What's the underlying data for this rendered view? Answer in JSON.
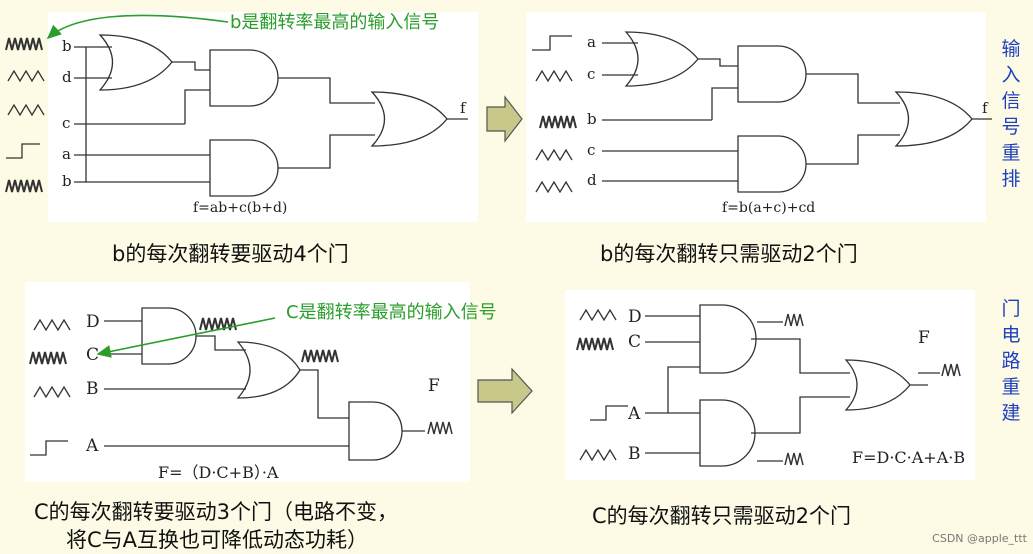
{
  "top_left": {
    "note": "b是翻转率最高的输入信号",
    "inputs": [
      "b",
      "d",
      "c",
      "a",
      "b"
    ],
    "output": "f",
    "formula": "f=ab+c(b+d)",
    "caption": "b的每次翻转要驱动4个门"
  },
  "top_right": {
    "inputs": [
      "a",
      "c",
      "b",
      "c",
      "d"
    ],
    "output": "f",
    "formula": "f=b(a+c)+cd",
    "caption": "b的每次翻转只需驱动2个门"
  },
  "side_top": "输入信号重排",
  "side_bottom": "门电路重建",
  "bottom_left": {
    "note": "C是翻转率最高的输入信号",
    "inputs": [
      "D",
      "C",
      "B",
      "A"
    ],
    "output": "F",
    "formula": "F=（D·C+B）·A",
    "caption_line1": "C的每次翻转要驱动3个门（电路不变，",
    "caption_line2": "将C与A互换也可降低动态功耗）"
  },
  "bottom_right": {
    "inputs": [
      "D",
      "C",
      "A",
      "B"
    ],
    "output": "F",
    "formula": "F=D·C·A+A·B",
    "caption": "C的每次翻转只需驱动2个门"
  },
  "watermark": "CSDN @apple_ttt",
  "colors": {
    "note": "#2a9d2a",
    "side": "#1f3fbf",
    "arrow_fill": "#c8c88a",
    "background": "#fdfbe6"
  }
}
